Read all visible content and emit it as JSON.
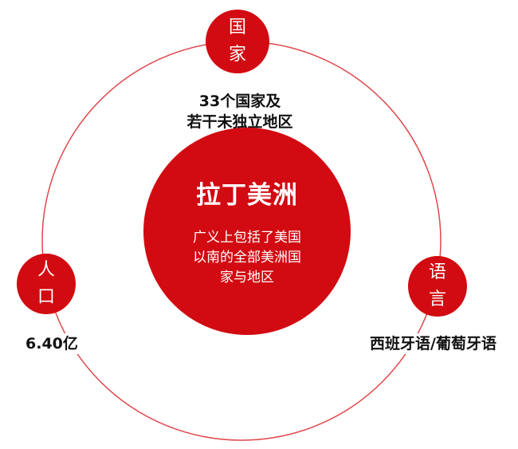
{
  "center": {
    "title": "拉丁美洲",
    "description": "广义上包括了美国以南的全部美洲国家与地区"
  },
  "nodes": {
    "country": {
      "label_line1": "国",
      "label_line2": "家",
      "value_line1": "33个国家及",
      "value_line2": "若干未独立地区"
    },
    "population": {
      "label_line1": "人",
      "label_line2": "口",
      "value": "6.40亿"
    },
    "language": {
      "label_line1": "语",
      "label_line2": "言",
      "value": "西班牙语/葡萄牙语"
    }
  },
  "colors": {
    "accent": "#d20a11"
  }
}
